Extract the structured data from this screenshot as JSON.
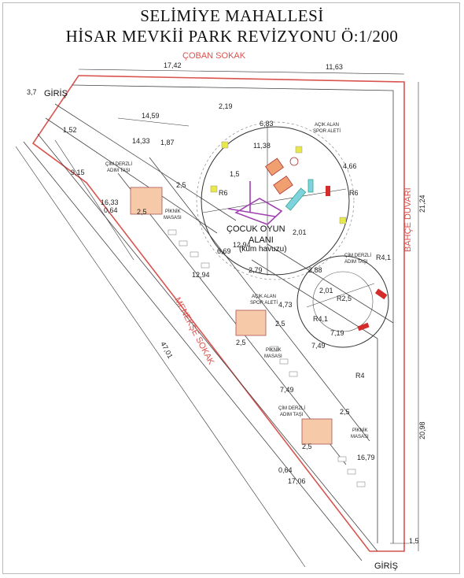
{
  "title": {
    "line1": "SELİMİYE MAHALLESİ",
    "line2": "HİSAR MEVKİİ PARK REVİZYONU Ö:1/200"
  },
  "labels": {
    "coban_street": "ÇOBAN SOKAK",
    "menekse_street": "MENEKŞE SOKAK",
    "garden_wall": "BAHÇE DUVARI",
    "entrance_top": "GİRİŞ",
    "entrance_bottom": "GİRİŞ",
    "play_area_line1": "ÇOCUK OYUN",
    "play_area_line2": "ALANI",
    "play_area_line3": "(kum havuzu)",
    "sport_equip_1a": "AÇIK ALAN",
    "sport_equip_1b": "SPOR ALETİ",
    "sport_equip_2a": "AÇIK ALAN",
    "sport_equip_2b": "SPOR ALETİ",
    "grass_step_1a": "ÇİM DERZLİ",
    "grass_step_1b": "ADIM TAŞI",
    "grass_step_2a": "ÇİM DERZLİ",
    "grass_step_2b": "ADIM TAŞI",
    "grass_step_3a": "ÇİM DERZLİ",
    "grass_step_3b": "ADIM TAŞI",
    "picnic_1a": "PİKNİK",
    "picnic_1b": "MASASI",
    "picnic_2a": "PİKNİK",
    "picnic_2b": "MASASI",
    "picnic_3a": "PİKNİK",
    "picnic_3b": "MASASI"
  },
  "dims": {
    "top_left": "17,42",
    "top_right": "11,63",
    "entrance_width": "3,7",
    "right_upper": "21,24",
    "right_lower": "20,98",
    "bottom_right": "1,5",
    "menekse_length": "47,01",
    "path_1": "14,59",
    "path_2": "14,33",
    "d152": "1,52",
    "d915": "9,15",
    "d219": "2,19",
    "d187": "1,87",
    "d683": "6,83",
    "d1138": "11,38",
    "d25": "2,5",
    "r6": "R6",
    "d466": "4,66",
    "d15": "1,5",
    "d1633": "16,33",
    "d064": "0,64",
    "d201": "2,01",
    "d669": "6,69",
    "d1294": "12,94",
    "d279": "2,79",
    "d288": "2,88",
    "r41": "R4,1",
    "r25": "R2,5",
    "d473": "4,73",
    "d719": "7,19",
    "d749": "7,49",
    "r4": "R4",
    "d1679": "16,79",
    "d1706": "17,06"
  }
}
